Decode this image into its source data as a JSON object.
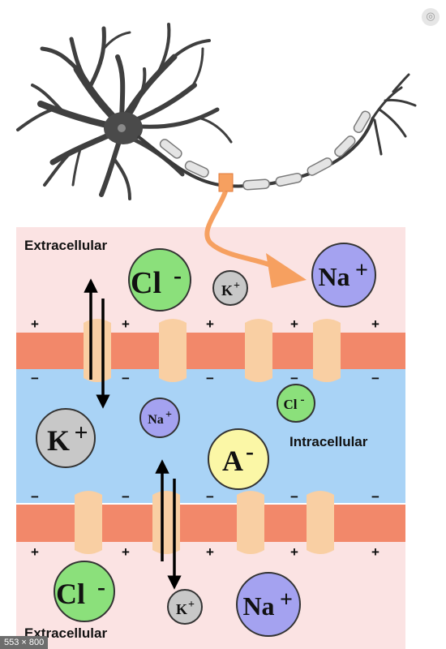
{
  "colors": {
    "extracellular_bg": "#fbe3e3",
    "intracellular_bg": "#a9d3f6",
    "membrane": "#f2886a",
    "channel": "#f9cfa3",
    "chloride": "#8be07b",
    "potassium": "#c8c8c8",
    "sodium": "#a4a2f0",
    "anion": "#fbf7a6",
    "callout_arrow": "#f6a060"
  },
  "labels": {
    "extracellular_top": "Extracellular",
    "intracellular": "Intracellular",
    "extracellular_bottom": "Extracellular",
    "plus": "+",
    "minus": "−"
  },
  "ions": {
    "cl_top": "Cl",
    "cl_top_charge": "-",
    "k_top": "K",
    "k_top_charge": "+",
    "na_top": "Na",
    "na_top_charge": "+",
    "na_mid": "Na",
    "na_mid_charge": "+",
    "cl_mid": "Cl",
    "cl_mid_charge": "-",
    "k_mid": "K",
    "k_mid_charge": "+",
    "anion": "A",
    "anion_charge": "-",
    "cl_bottom": "Cl",
    "cl_bottom_charge": "-",
    "k_bottom": "K",
    "k_bottom_charge": "+",
    "na_bottom": "Na",
    "na_bottom_charge": "+"
  },
  "icons": {
    "corner": "camera-search-icon"
  },
  "image_badge": "553 × 800"
}
